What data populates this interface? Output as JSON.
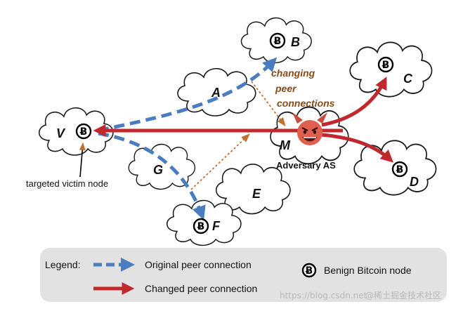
{
  "diagram": {
    "as_labels": {
      "a": "A",
      "b": "B",
      "c": "C",
      "d": "D",
      "e": "E",
      "g": "G",
      "m": "M",
      "v": "V",
      "f": "F"
    },
    "node_symbol": "Ƀ",
    "annotation": [
      "changing",
      "peer",
      "connections"
    ],
    "victim_label": "targeted victim node",
    "adversary_label": "Adversary AS",
    "adversary_icon": "devil-face-icon",
    "colors": {
      "original": "#4a7cc0",
      "changed": "#c0282e",
      "annotation": "#c0702f",
      "legend_bg": "#e2e2e2"
    }
  },
  "legend": {
    "title": "Legend:",
    "original": "Original peer connection",
    "changed": "Changed peer connection",
    "node": "Benign Bitcoin node"
  },
  "watermark": {
    "site": "https://blog.csdn.net",
    "brand": "@稀土掘金技术社区"
  }
}
